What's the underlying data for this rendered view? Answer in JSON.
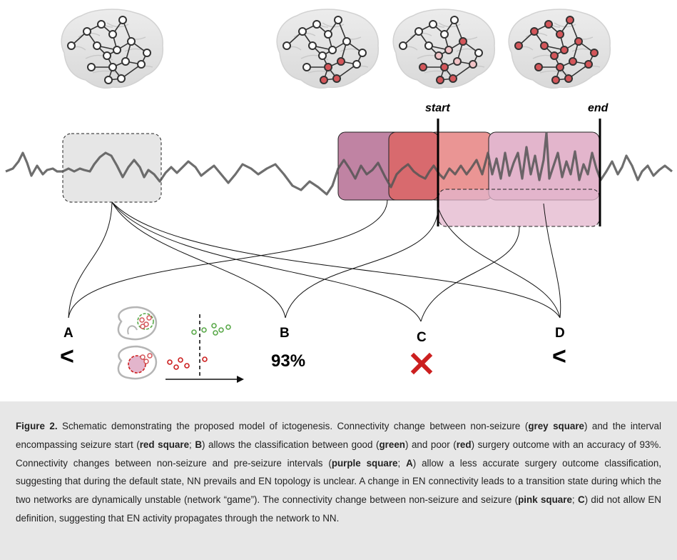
{
  "markers": {
    "start": "start",
    "end": "end"
  },
  "outcomes": [
    {
      "letter": "A",
      "result": "<"
    },
    {
      "letter": "B",
      "result": "93%"
    },
    {
      "letter": "C",
      "result": "✕"
    },
    {
      "letter": "D",
      "result": "<"
    }
  ],
  "colors": {
    "grey_square": "#e6e6e6",
    "purple_square": "#c083a3",
    "red_square": "#d86a6e",
    "salmon_square": "#ea9594",
    "pink_square": "#e3b5cc",
    "signal": "#555555",
    "node_active": "#d4565a",
    "node_pale": "#f2c3c6",
    "good_outcome": "#5aa94a",
    "poor_outcome": "#cc1f1f",
    "cross": "#cc1f1f",
    "caption_bg": "#e7e7e7"
  },
  "caption": {
    "figure_label": "Figure 2.",
    "t1": " Schematic demonstrating the proposed model of ictogenesis. Connectivity change between non-seizure (",
    "b1": "grey square",
    "t2": ") and the interval encompassing seizure start (",
    "b2": "red square",
    "t3": "; ",
    "b3": "B",
    "t4": ") allows the classification between good (",
    "b4": "green",
    "t5": ") and poor (",
    "b5": "red",
    "t6": ") surgery outcome with an accuracy of 93%. Connectivity changes between non-seizure and pre-seizure intervals (",
    "b6": "purple square",
    "t7": "; ",
    "b7": "A",
    "t8": ") allow a less accurate surgery outcome classification, suggesting that during the default state, NN prevails and EN topology is unclear. A change in EN connectivity leads to a transition state during which the two networks are dynamically unstable (network “game”). The connectivity change between non-seizure and seizure (",
    "b8": "pink square",
    "t9": "; ",
    "b9": "C",
    "t10": ") did not allow EN definition, suggesting that EN activity propagates through the network to NN."
  }
}
